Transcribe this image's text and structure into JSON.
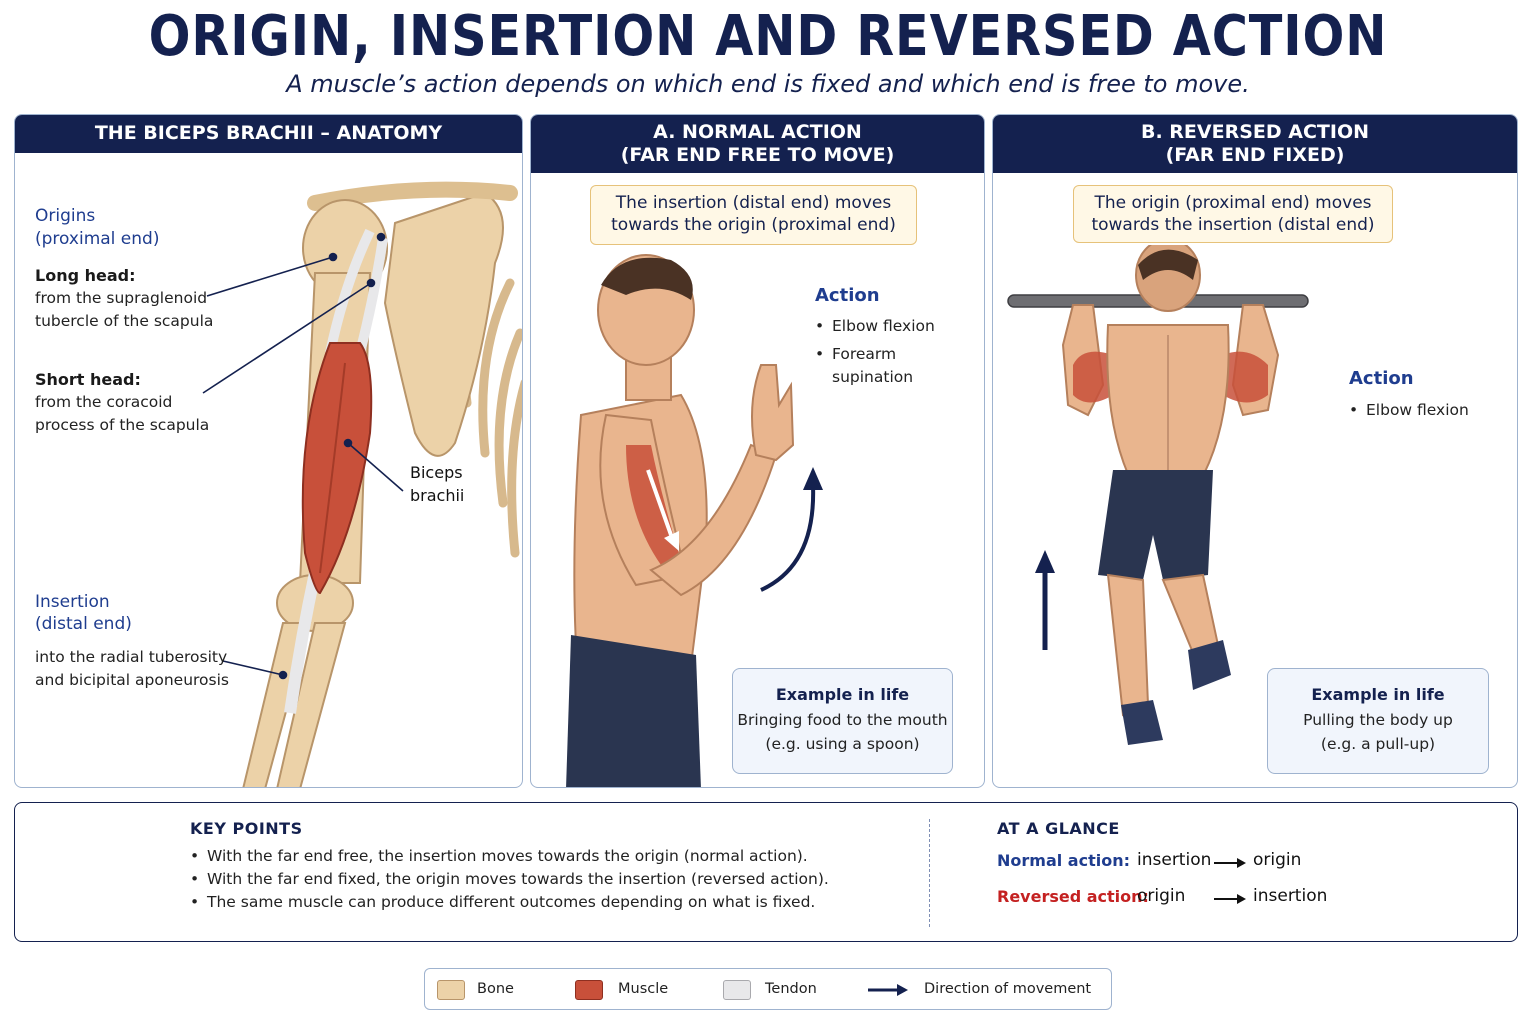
{
  "header": {
    "title": "ORIGIN, INSERTION AND REVERSED ACTION",
    "subtitle": "A muscle’s action depends on which end is fixed and which end is free to move."
  },
  "anatomy": {
    "heading": "THE BICEPS BRACHII – ANATOMY",
    "origins_label_1": "Origins",
    "origins_label_2": "(proximal end)",
    "long_head_label": "Long head:",
    "long_head_line1": "from the supraglenoid",
    "long_head_line2": "tubercle of the scapula",
    "short_head_label": "Short head:",
    "short_head_line1": "from the coracoid",
    "short_head_line2": "process of the scapula",
    "muscle_label_1": "Biceps",
    "muscle_label_2": "brachii",
    "insertion_label_1": "Insertion",
    "insertion_label_2": "(distal end)",
    "insertion_line1": "into the radial tuberosity",
    "insertion_line2": "and bicipital aponeurosis"
  },
  "normal": {
    "heading_1": "A. NORMAL ACTION",
    "heading_2": "(FAR END FREE TO MOVE)",
    "note_1": "The insertion (distal end) moves",
    "note_2": "towards the origin (proximal end)",
    "action_title": "Action",
    "actions": [
      "Elbow flexion",
      "Forearm",
      "supination"
    ],
    "example_title": "Example in life",
    "example_line1": "Bringing food to the mouth",
    "example_line2": "(e.g. using a spoon)"
  },
  "reversed": {
    "heading_1": "B. REVERSED ACTION",
    "heading_2": "(FAR END FIXED)",
    "note_1": "The origin (proximal end) moves",
    "note_2": "towards the insertion (distal end)",
    "action_title": "Action",
    "actions": [
      "Elbow flexion"
    ],
    "example_title": "Example in life",
    "example_line1": "Pulling the body up",
    "example_line2": "(e.g. a pull-up)"
  },
  "key_points": {
    "title": "KEY POINTS",
    "items": [
      "With the far end free, the insertion moves towards the origin (normal action).",
      "With the far end fixed, the origin moves towards the insertion (reversed action).",
      "The same muscle can produce different outcomes depending on what is fixed."
    ]
  },
  "glance": {
    "title": "AT A GLANCE",
    "normal_label": "Normal action:",
    "normal_from": "insertion",
    "normal_to": "origin",
    "reversed_label": "Reversed action:",
    "reversed_from": "origin",
    "reversed_to": "insertion"
  },
  "legend": {
    "bone": "Bone",
    "muscle": "Muscle",
    "tendon": "Tendon",
    "direction": "Direction of movement"
  },
  "colors": {
    "navy": "#14214f",
    "accent_blue": "#1f3d8f",
    "reversed_red": "#c42121",
    "bone": "#ecd2a8",
    "muscle": "#c8503a",
    "tendon": "#e8e8ea",
    "note_fill": "#fff8e6",
    "skin": "#e9b58e",
    "shorts": "#2a3550"
  },
  "icons": [
    "arrow-right-icon",
    "arrow-up-icon",
    "curved-arrow-up-icon"
  ]
}
